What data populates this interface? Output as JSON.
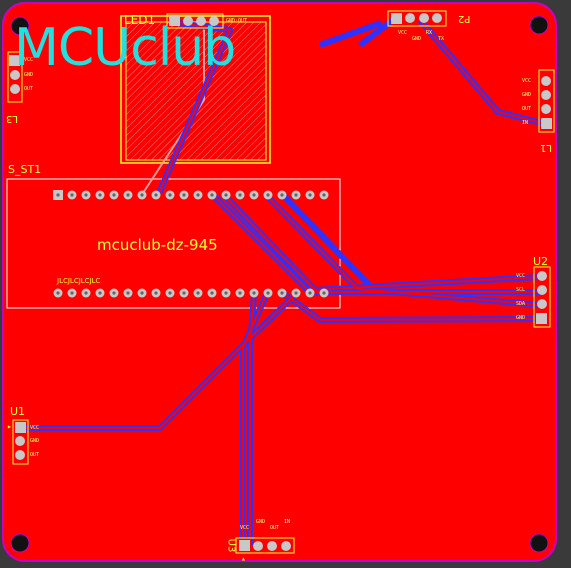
{
  "logo_text": "MCUclub",
  "board_label": "mcuclub-dz-945",
  "jlc_text": "JLCJLCJLCJLC",
  "components": {
    "led1": {
      "ref": "LED1",
      "pin_text": "GND·OUT"
    },
    "s_st1": {
      "ref": "S_ST1"
    },
    "u2": {
      "ref": "U2",
      "pins": [
        "VCC",
        "SCL",
        "SDA",
        "GND"
      ]
    },
    "u1": {
      "ref": "U1",
      "pins": [
        "VCC",
        "GND",
        "OUT"
      ]
    },
    "l3": {
      "ref": "L3",
      "pins": [
        "VCC",
        "GND",
        "OUT"
      ]
    },
    "l1": {
      "ref": "L1",
      "pins": [
        "VCC",
        "GND",
        "OUT",
        "IN"
      ]
    },
    "p2": {
      "ref": "P2",
      "pins": [
        "VCC",
        "GND",
        "RX",
        "TX"
      ]
    },
    "u3": {
      "ref": "U3",
      "pins": [
        "VCC",
        "GND",
        "OUT",
        "IN"
      ]
    }
  },
  "colors": {
    "board": "#ff0000",
    "outline": "#c800c8",
    "trace": "#3030ff",
    "silk": "#ffff33",
    "pad": "#c8c8c8",
    "logo": "#22e0e0"
  }
}
